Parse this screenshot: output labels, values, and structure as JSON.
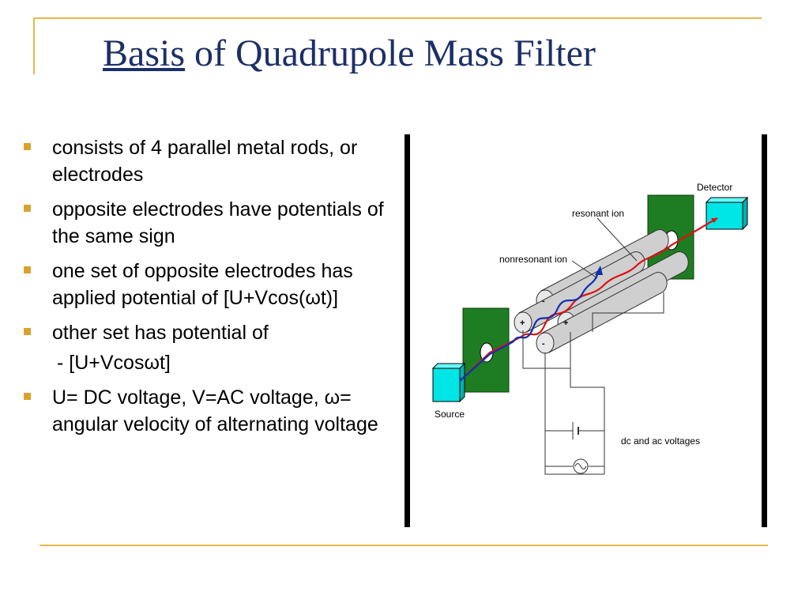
{
  "slide": {
    "title_underlined": "Basis",
    "title_rest": " of Quadrupole Mass Filter",
    "bullets": [
      {
        "text": "consists of 4 parallel metal rods, or electrodes"
      },
      {
        "text": "opposite electrodes have potentials of the same sign"
      },
      {
        "text": "one set of opposite electrodes has applied potential of [U+Vcos(ωt)]"
      },
      {
        "text": "other set has potential of"
      },
      {
        "text": "- [U+Vcosωt]",
        "sub": true
      },
      {
        "text": "U= DC voltage, V=AC voltage, ω= angular velocity of alternating voltage"
      }
    ],
    "accent_color": "#d9a22f",
    "title_color": "#1c2f66"
  },
  "diagram": {
    "labels": {
      "detector": "Detector",
      "resonant_ion": "resonant ion",
      "nonresonant_ion": "nonresonant ion",
      "source": "Source",
      "voltages": "dc and ac voltages"
    },
    "rod_signs": [
      "-",
      "+",
      "+",
      "-"
    ],
    "colors": {
      "plate": "#1e7d22",
      "box": "#00e5e5",
      "resonant_path": "#e01010",
      "nonresonant_path": "#1030b0"
    }
  }
}
